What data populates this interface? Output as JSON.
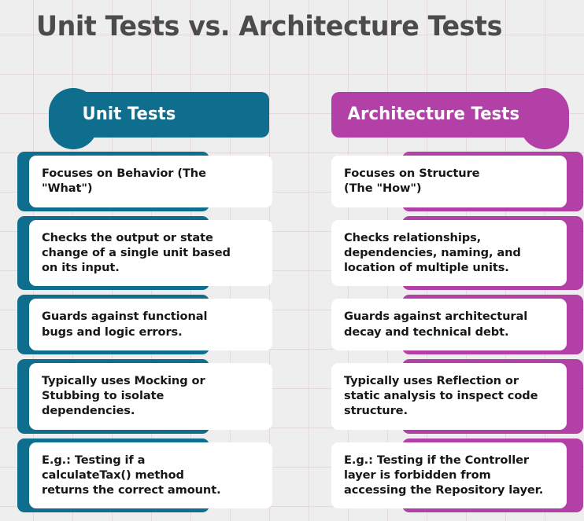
{
  "title": "Unit Tests vs. Architecture Tests",
  "colors": {
    "background": "#efeeee",
    "grid_line": "#e8dcde",
    "title_text": "#4b4b4b",
    "left_accent": "#0f6e8e",
    "right_accent": "#b340a6",
    "card_surface": "#ffffff",
    "card_text": "#171717"
  },
  "columns": [
    {
      "id": "unit-tests",
      "header": "Unit Tests",
      "accent": "#0f6e8e",
      "cards": [
        "Focuses on Behavior (The\n\"What\")",
        "Checks the output or state\nchange of a single unit based\non its input.",
        "Guards against functional\nbugs and logic errors.",
        "Typically uses Mocking or\nStubbing to isolate\ndependencies.",
        "E.g.: Testing if a\ncalculateTax() method\nreturns the correct amount."
      ]
    },
    {
      "id": "architecture-tests",
      "header": "Architecture Tests",
      "accent": "#b340a6",
      "cards": [
        "Focuses on Structure\n(The \"How\")",
        "Checks relationships,\ndependencies, naming, and\nlocation of multiple units.",
        "Guards against architectural\ndecay and technical debt.",
        "Typically uses Reflection or\nstatic analysis to inspect code\nstructure.",
        "E.g.: Testing if the Controller\nlayer is forbidden from\naccessing the Repository layer."
      ]
    }
  ]
}
